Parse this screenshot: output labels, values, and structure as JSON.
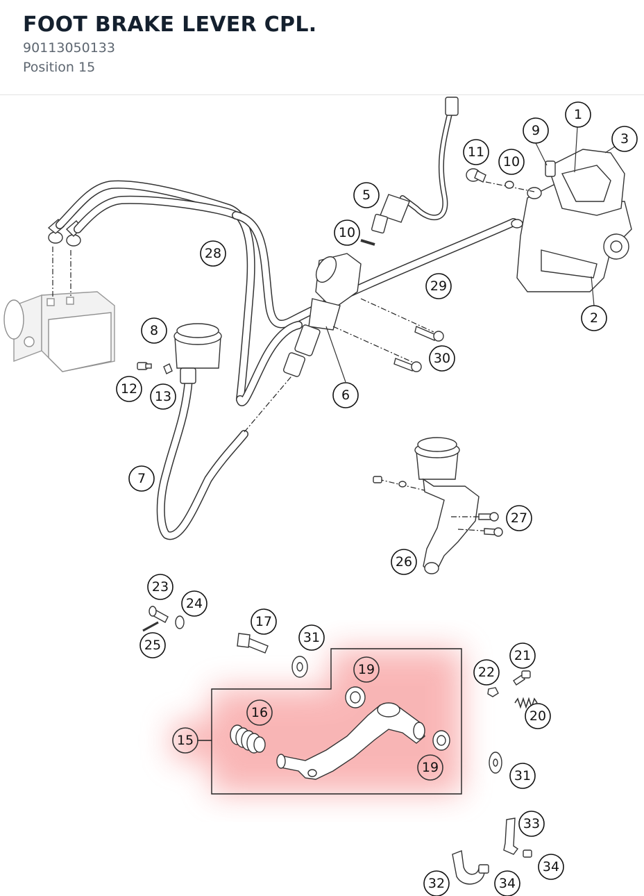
{
  "header": {
    "title": "FOOT BRAKE LEVER CPL.",
    "part_number": "90113050133",
    "position": "Position 15"
  },
  "highlight_color": "#f47a7a",
  "callouts": {
    "c1": "1",
    "c2": "2",
    "c3": "3",
    "c5": "5",
    "c6": "6",
    "c7": "7",
    "c8": "8",
    "c9": "9",
    "c10a": "10",
    "c10b": "10",
    "c11": "11",
    "c12": "12",
    "c13": "13",
    "c15": "15",
    "c16": "16",
    "c17": "17",
    "c19a": "19",
    "c19b": "19",
    "c20": "20",
    "c21": "21",
    "c22": "22",
    "c23": "23",
    "c24": "24",
    "c25": "25",
    "c26": "26",
    "c27": "27",
    "c28": "28",
    "c29": "29",
    "c30": "30",
    "c31a": "31",
    "c31b": "31",
    "c32": "32",
    "c33": "33",
    "c34a": "34",
    "c34b": "34"
  }
}
